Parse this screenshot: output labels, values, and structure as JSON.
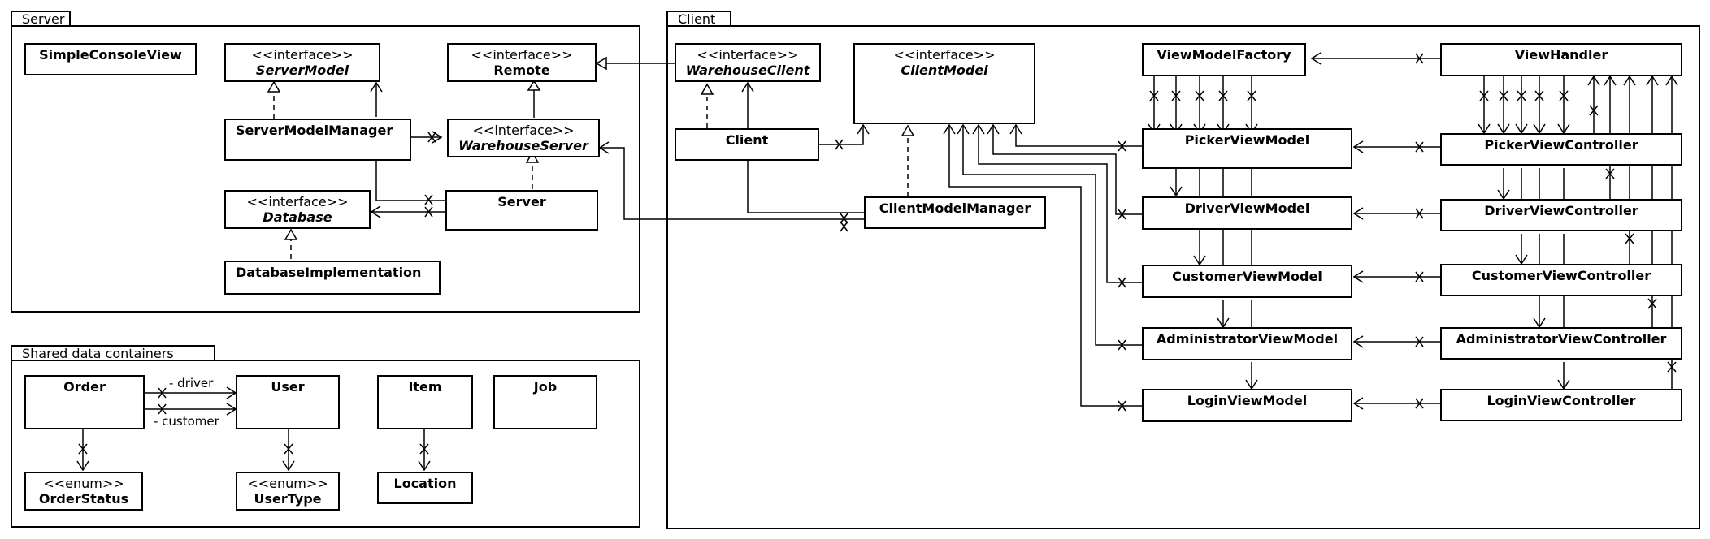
{
  "packages": {
    "server": "Server",
    "shared": "Shared data containers",
    "client": "Client"
  },
  "stereotypes": {
    "interface": "<<interface>>",
    "enum": "<<enum>>"
  },
  "classes": {
    "simple_console_view": "SimpleConsoleView",
    "server_model": "ServerModel",
    "remote": "Remote",
    "server_model_manager": "ServerModelManager",
    "warehouse_server": "WarehouseServer",
    "database": "Database",
    "server": "Server",
    "database_implementation": "DatabaseImplementation",
    "order": "Order",
    "user": "User",
    "item": "Item",
    "job": "Job",
    "order_status": "OrderStatus",
    "user_type": "UserType",
    "location": "Location",
    "warehouse_client": "WarehouseClient",
    "client_model": "ClientModel",
    "client": "Client",
    "client_model_manager": "ClientModelManager",
    "view_model_factory": "ViewModelFactory",
    "view_handler": "ViewHandler",
    "picker_view_model": "PickerViewModel",
    "driver_view_model": "DriverViewModel",
    "customer_view_model": "CustomerViewModel",
    "administrator_view_model": "AdministratorViewModel",
    "login_view_model": "LoginViewModel",
    "picker_view_controller": "PickerViewController",
    "driver_view_controller": "DriverViewController",
    "customer_view_controller": "CustomerViewController",
    "administrator_view_controller": "AdministratorViewController",
    "login_view_controller": "LoginViewController"
  },
  "roles": {
    "driver": "- driver",
    "customer": "- customer"
  }
}
